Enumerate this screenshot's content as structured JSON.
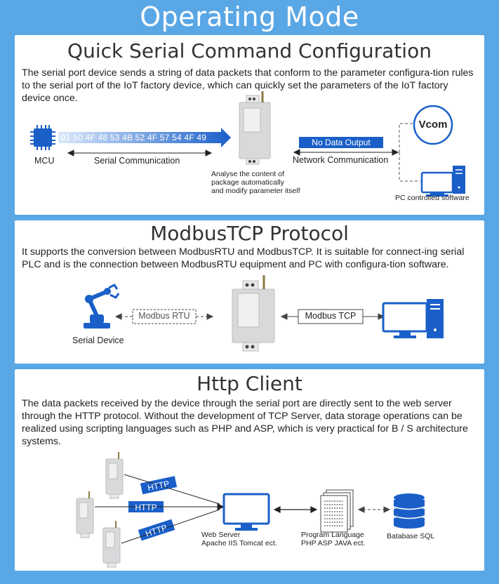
{
  "title": "Operating Mode",
  "sections": [
    {
      "title": "Quick Serial Command Configuration",
      "description": "The serial port device sends a string of data packets that conform to the parameter configura-tion rules to the serial port of the IoT factory device, which can quickly set the parameters of the IoT factory device once.",
      "mcu_label": "MCU",
      "hex_packet": "01 50 4F 48 53 4B 52 4F 57 54 4F 49",
      "serial_label": "Serial Communication",
      "analyse_lines": [
        "Analyse the content of",
        "package automatically",
        "and modify parameter itself"
      ],
      "no_data_label": "No Data Output",
      "network_label": "Network Communication",
      "vcom_label": "Vcom",
      "pc_label": "PC controlled software"
    },
    {
      "title": "ModbusTCP Protocol",
      "description": "It supports the conversion between ModbusRTU and ModbusTCP. It is suitable for connect-ing serial PLC and is the connection between ModbusRTU equipment and PC with configura-tion software.",
      "serial_device_label": "Serial Device",
      "rtu_label": "Modbus RTU",
      "tcp_label": "Modbus TCP"
    },
    {
      "title": "Http Client",
      "description": "The data packets received by the device through the serial port are directly sent to the web server through the HTTP protocol. Without the development of TCP Server, data storage operations can be realized using scripting languages such as PHP and ASP, which is very practical for B / S architecture systems.",
      "http_labels": [
        "HTTP",
        "HTTP",
        "HTTP"
      ],
      "web_server_lines": [
        "Web Server",
        "Apache IIS Tomcat ect."
      ],
      "program_lines": [
        "Program Language",
        "PHP ASP JAVA ect."
      ],
      "database_label": "Batabase SQL"
    }
  ],
  "colors": {
    "background": "#5aa7e6",
    "accent": "#1a5fc8",
    "device": "#d7d9db"
  }
}
